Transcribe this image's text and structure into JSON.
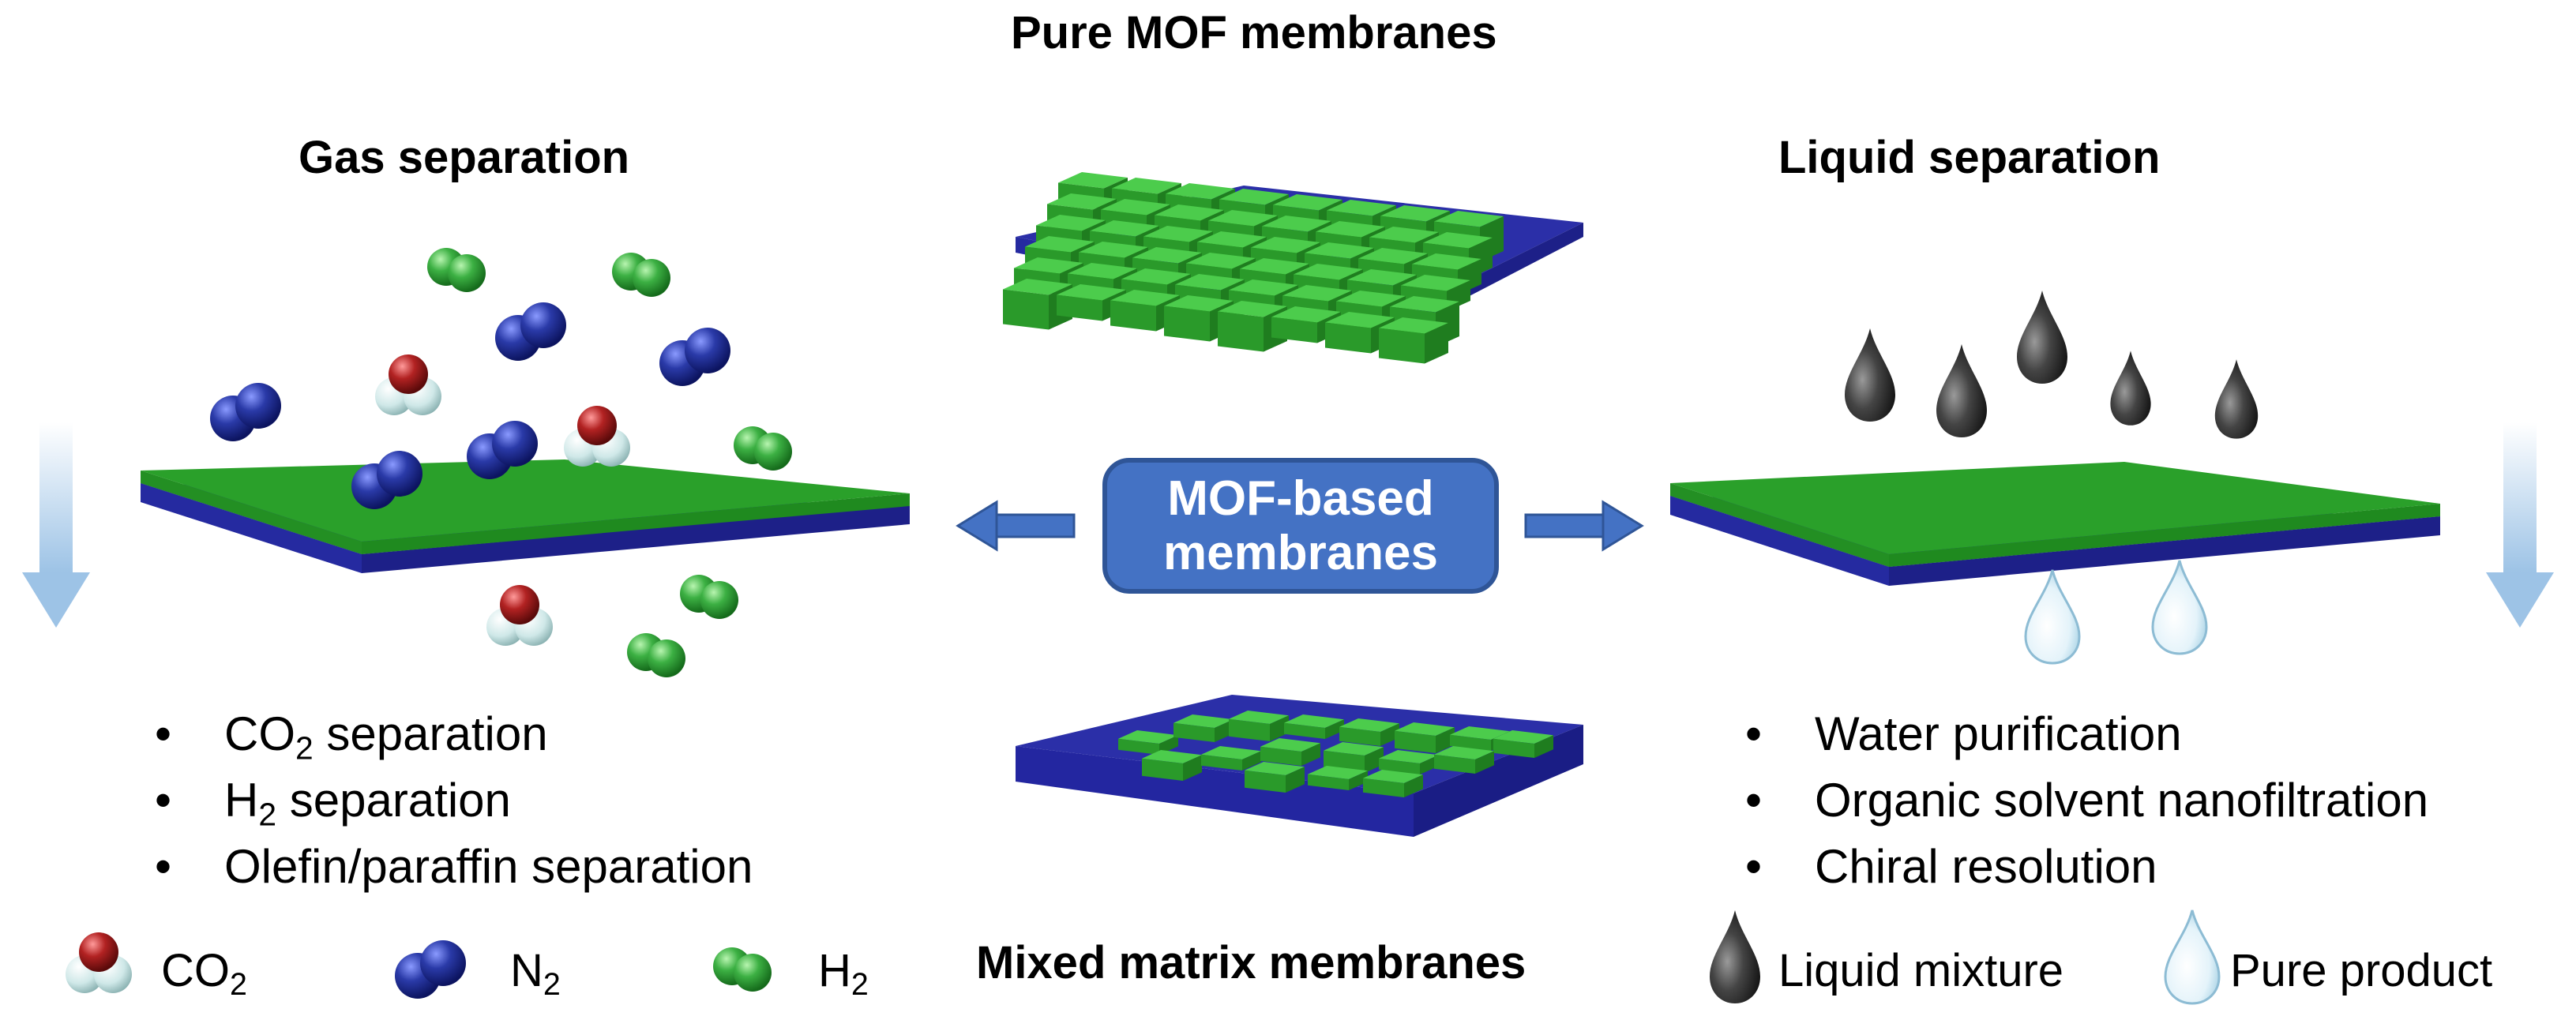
{
  "titles": {
    "top": "Pure MOF membranes",
    "bottom": "Mixed matrix membranes",
    "left": "Gas separation",
    "right": "Liquid separation"
  },
  "center_box": {
    "line1": "MOF-based",
    "line2": "membranes"
  },
  "gas_list": {
    "item1": {
      "main": "CO",
      "sub": "2",
      "rest": " separation"
    },
    "item2": {
      "main": "H",
      "sub": "2",
      "rest": " separation"
    },
    "item3": {
      "main": "Olefin/paraffin separation"
    }
  },
  "liquid_list": {
    "item1": "Water purification",
    "item2": "Organic solvent nanofiltration",
    "item3": "Chiral resolution"
  },
  "bullet": "•",
  "legend": {
    "co2": {
      "main": "CO",
      "sub": "2"
    },
    "n2": {
      "main": "N",
      "sub": "2"
    },
    "h2": {
      "main": "H",
      "sub": "2"
    },
    "liquid_mixture": "Liquid mixture",
    "pure_product": "Pure product"
  },
  "colors": {
    "membrane_green": "#2aa02a",
    "support_blue": "#2b2fa8",
    "arrow_blue": "#4472c4",
    "n2_blue": "#2a3aa8",
    "h2_green": "#3cb043",
    "co2_red": "#b22222",
    "co2_white": "#cfe8e8",
    "oil_dark": "#333333",
    "water_light": "#d6ecf5"
  }
}
